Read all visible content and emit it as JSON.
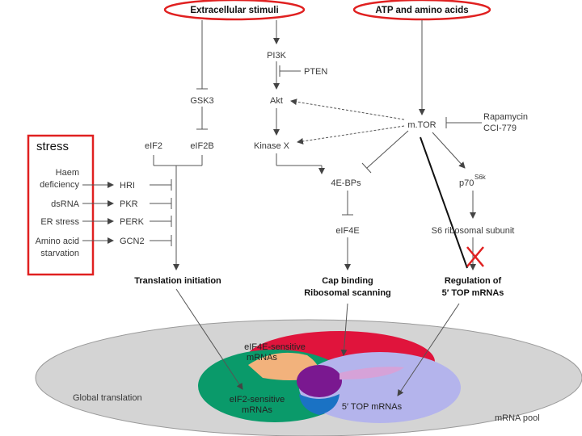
{
  "stimuli": {
    "extracellular": "Extracellular stimuli",
    "atp": "ATP and amino acids"
  },
  "nodes": {
    "pi3k": "PI3K",
    "pten": "PTEN",
    "gsk3": "GSK3",
    "akt": "Akt",
    "mtor": "m.TOR",
    "rapamycin": "Rapamycin",
    "cci": "CCI-779",
    "eif2": "eIF2",
    "eif2b": "eIF2B",
    "kinase_x": "Kinase X",
    "bp": "4E-BPs",
    "p70": "p70",
    "p70_sup": "S6k",
    "eif4e": "eIF4E",
    "s6": "S6 ribosomal subunit"
  },
  "stress": {
    "title": "stress",
    "causes": [
      {
        "line1": "Haem",
        "line2": "deficiency",
        "kinase": "HRI"
      },
      {
        "line1": "dsRNA",
        "line2": "",
        "kinase": "PKR"
      },
      {
        "line1": "ER stress",
        "line2": "",
        "kinase": "PERK"
      },
      {
        "line1": "Amino acid",
        "line2": "starvation",
        "kinase": "GCN2"
      }
    ]
  },
  "outcomes": {
    "translation_initiation": "Translation initiation",
    "cap_binding_1": "Cap binding",
    "cap_binding_2": "Ribosomal scanning",
    "top_regulation_1": "Regulation of",
    "top_regulation_2": "5′ TOP mRNAs"
  },
  "pool": {
    "global": "Global translation",
    "eif4e_sensitive_1": "eIF4E-sensitive",
    "eif4e_sensitive_2": "mRNAs",
    "eif2_sensitive_1": "eIF2-sensitive",
    "eif2_sensitive_2": "mRNAs",
    "top": "5′ TOP mRNAs",
    "mrna_pool": "mRNA pool"
  },
  "colors": {
    "highlight_red": "#e02020",
    "eif4e_circle": "#e0143c",
    "eif2_circle": "#0a9a6a",
    "top_circle": "#b4b4ec",
    "pool_fill": "#d4d4d4"
  }
}
